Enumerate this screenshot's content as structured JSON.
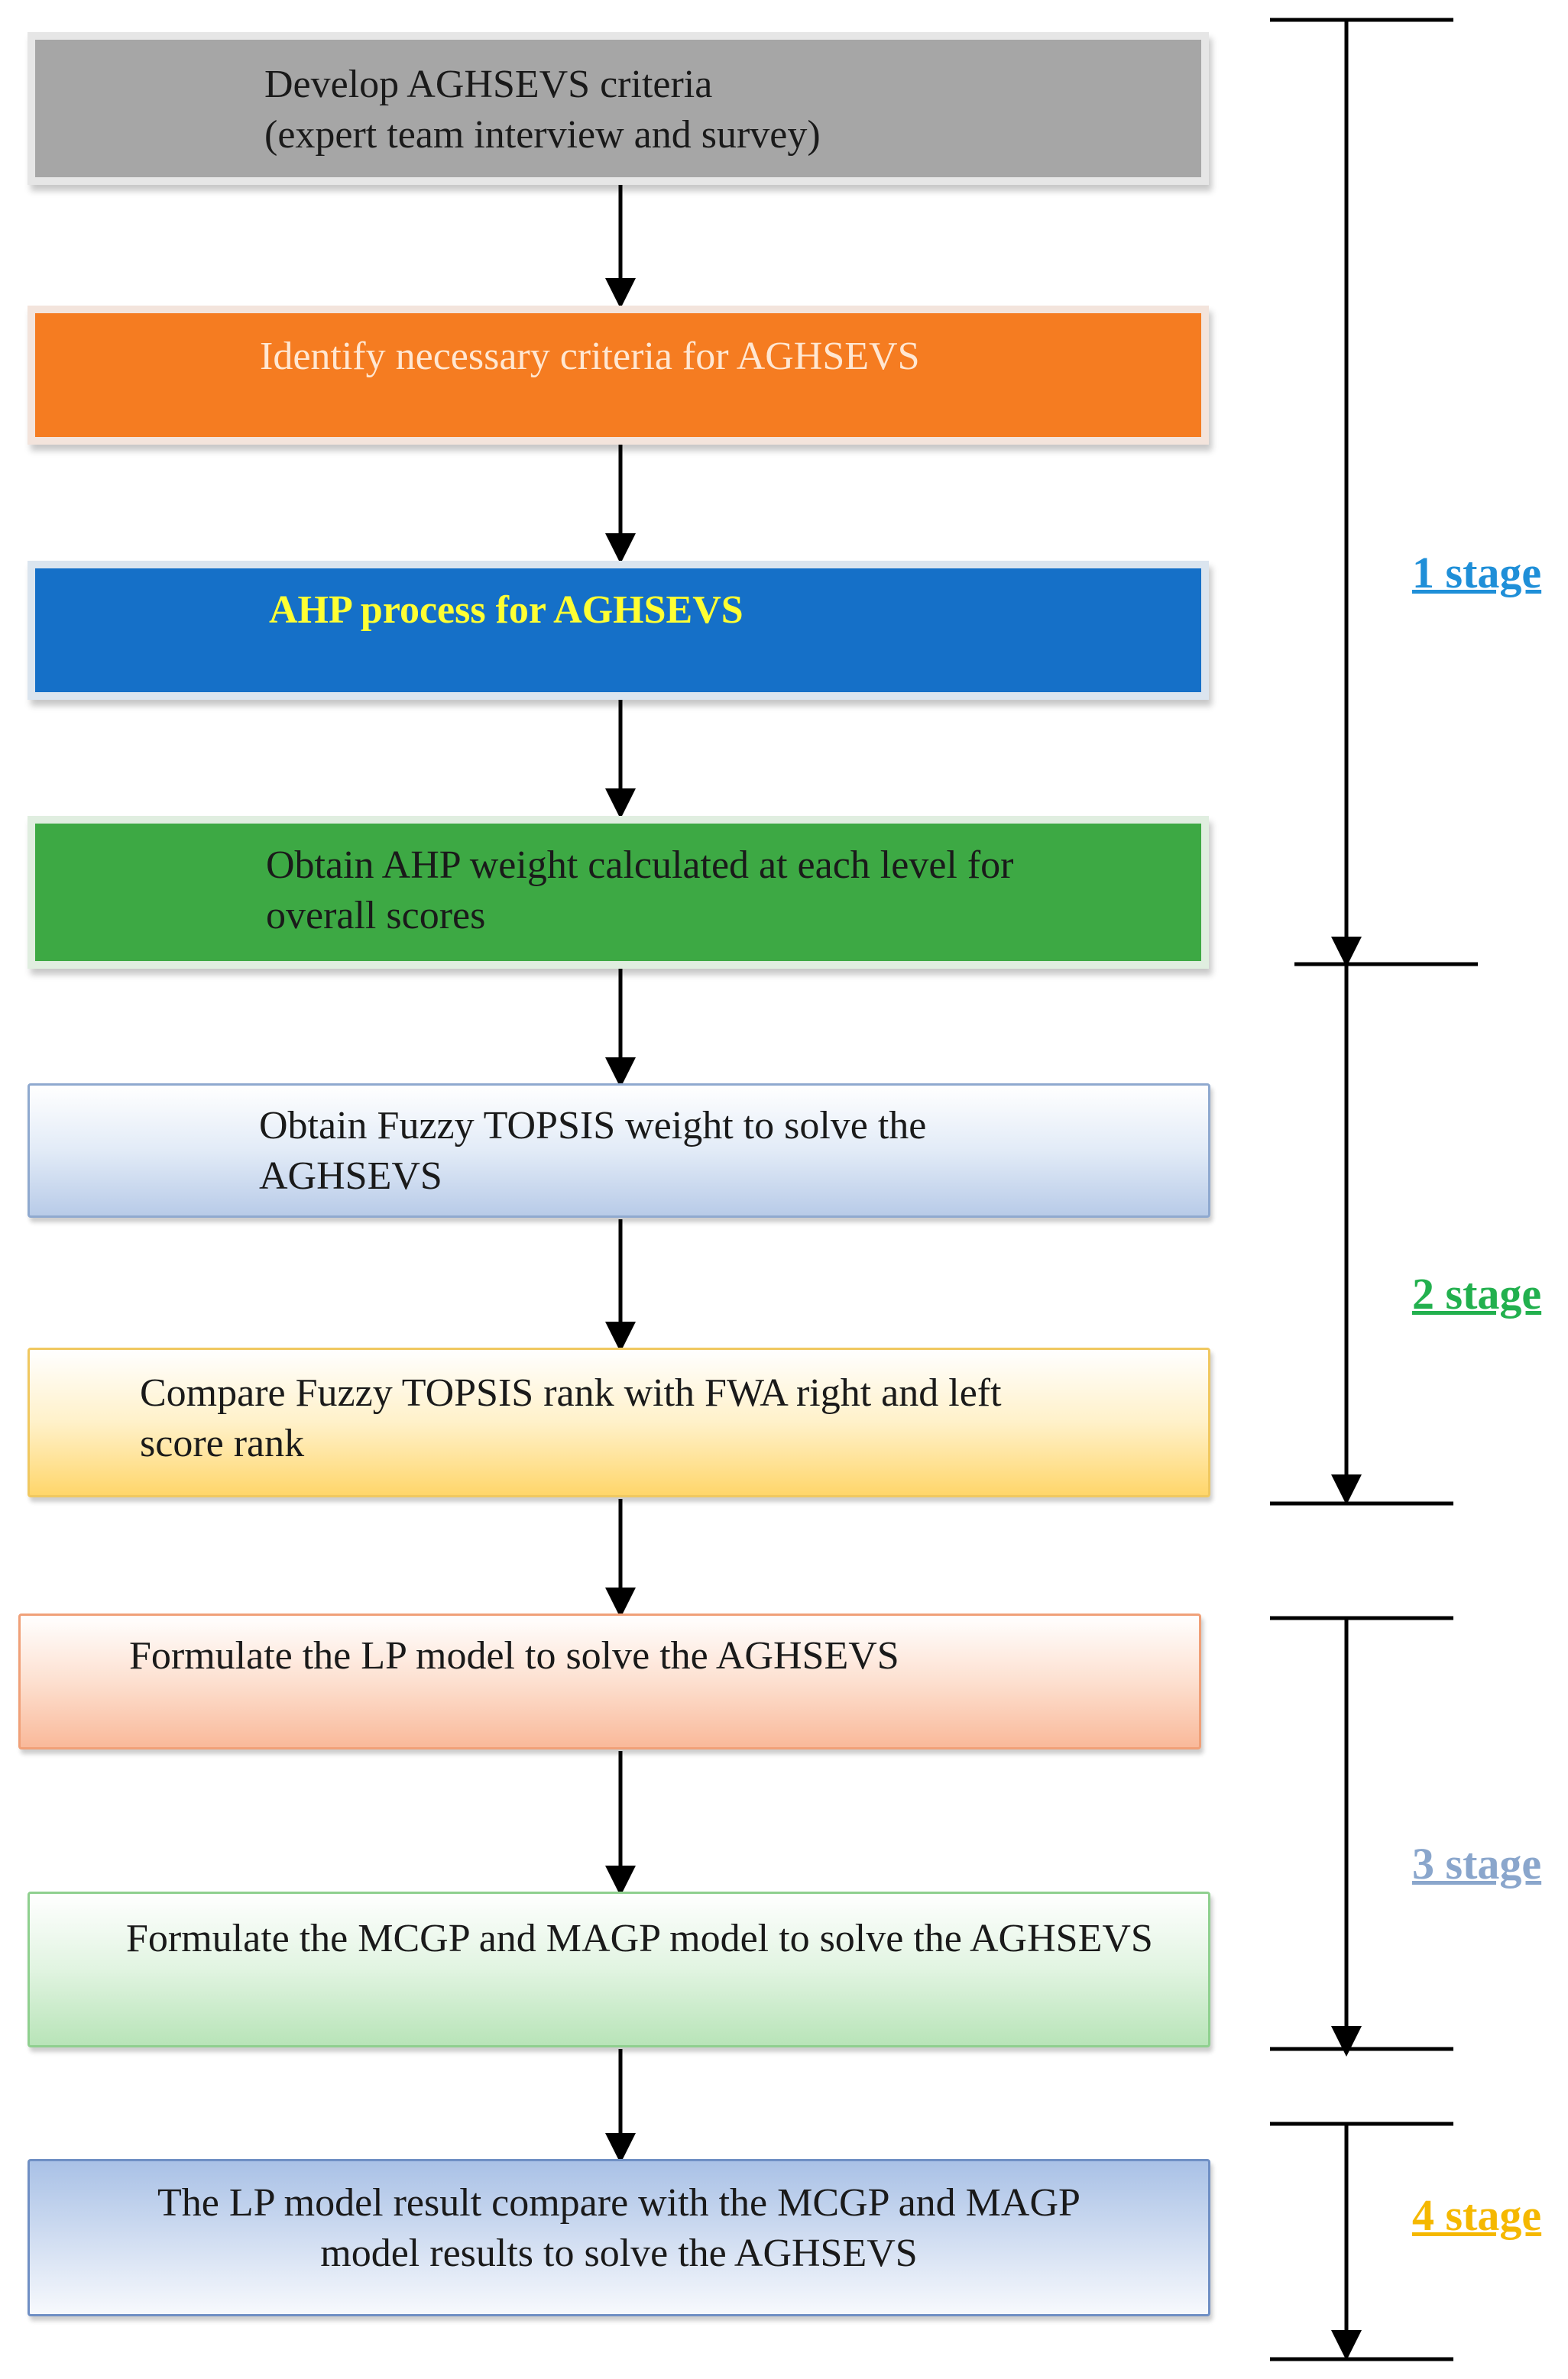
{
  "steps": [
    {
      "text": "Develop AGHSEVS criteria\n(expert team interview and survey)"
    },
    {
      "text": "Identify necessary criteria for AGHSEVS"
    },
    {
      "text": "AHP process for AGHSEVS"
    },
    {
      "text": "Obtain AHP weight calculated at each level for\noverall scores"
    },
    {
      "text": "Obtain Fuzzy TOPSIS weight to solve the\nAGHSEVS"
    },
    {
      "text": "Compare Fuzzy TOPSIS rank with FWA right and left\nscore rank"
    },
    {
      "text": "Formulate the LP model to solve the AGHSEVS"
    },
    {
      "text": "Formulate the MCGP and MAGP model to solve the AGHSEVS"
    },
    {
      "text": "The LP model result compare with the MCGP and MAGP\nmodel results to solve the AGHSEVS"
    }
  ],
  "stages": [
    {
      "label": "1 stage",
      "color": "#1f8fd8"
    },
    {
      "label": "2 stage",
      "color": "#22b04e"
    },
    {
      "label": "3 stage",
      "color": "#8aa6cc"
    },
    {
      "label": "4 stage",
      "color": "#f5b800"
    }
  ],
  "colors": {
    "box1": "#a6a6a6",
    "box2": "#f57c21",
    "box3": "#1570c8",
    "box4": "#3da944"
  }
}
